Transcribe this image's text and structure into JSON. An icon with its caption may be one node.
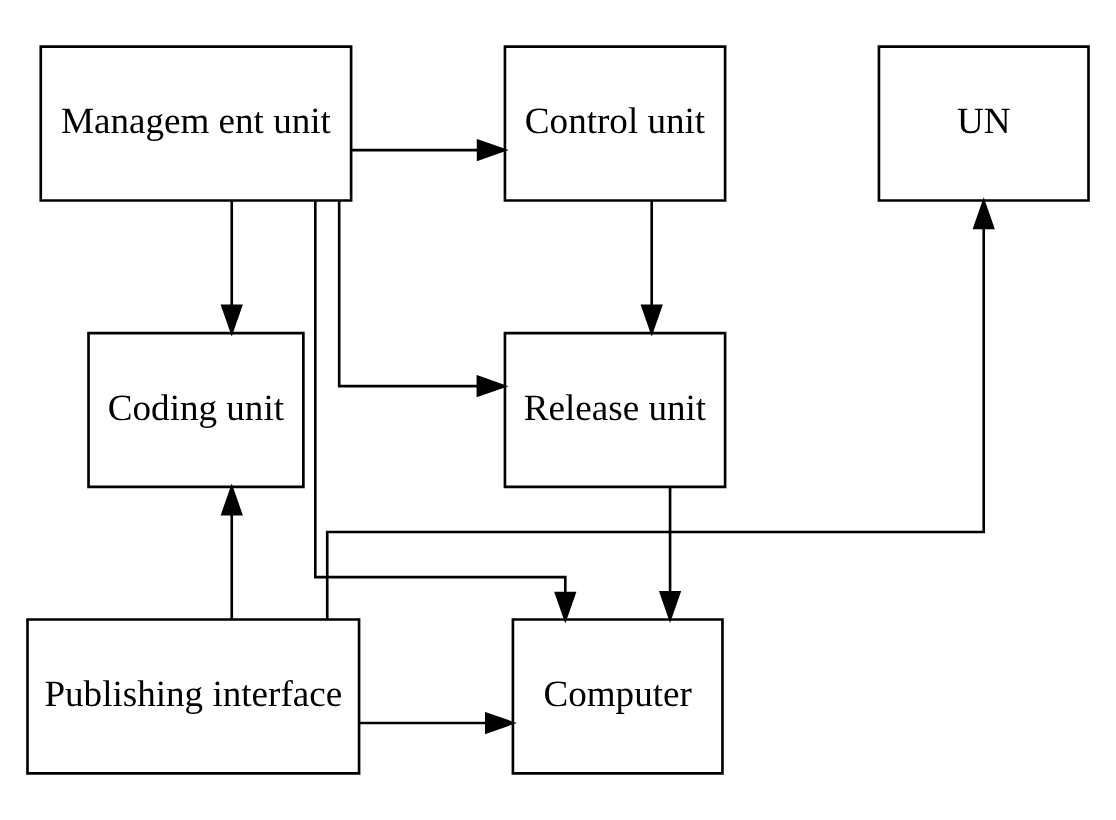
{
  "diagram": {
    "nodes": [
      {
        "text": [
          "Managem ent unit"
        ]
      },
      {
        "text": [
          "Control unit"
        ]
      },
      {
        "text": [
          "UN"
        ]
      },
      {
        "text": [
          "Coding unit"
        ]
      },
      {
        "text": [
          "Release unit"
        ]
      },
      {
        "text": [
          "Publishing interface"
        ]
      },
      {
        "text": [
          "Computer"
        ]
      }
    ],
    "edges": [
      {
        "from": 0,
        "to": 1,
        "arrow": "to"
      },
      {
        "from": 0,
        "to": 4,
        "arrow": "to"
      },
      {
        "from": 0,
        "to": 6,
        "arrow": "to"
      },
      {
        "from": 0,
        "to": 3,
        "arrow": "to"
      },
      {
        "from": 5,
        "to": 3,
        "arrow": "to"
      },
      {
        "from": 1,
        "to": 4,
        "arrow": "to"
      },
      {
        "from": 4,
        "to": 6,
        "arrow": "to"
      },
      {
        "from": 5,
        "to": 2,
        "arrow": "to"
      },
      {
        "from": 5,
        "to": 6,
        "arrow": "to"
      }
    ]
  }
}
